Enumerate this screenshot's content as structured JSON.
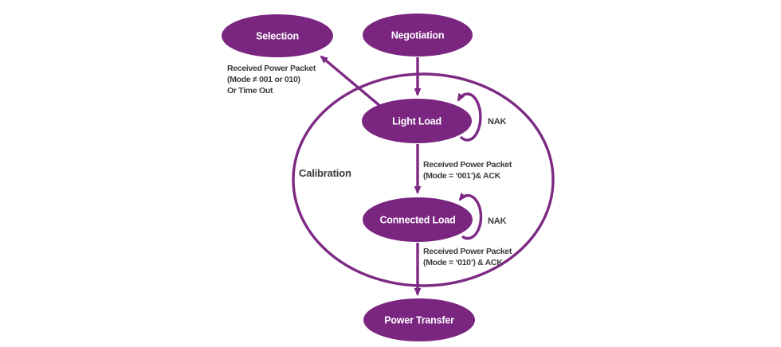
{
  "colors": {
    "node_fill": "#7a2681",
    "edge_stroke": "#7d2a84",
    "node_text": "#ffffff",
    "label_text": "#3b3b3b",
    "background": "#ffffff"
  },
  "diagram": {
    "states": {
      "selection": "Selection",
      "negotiation": "Negotiation",
      "light_load": "Light Load",
      "connected_load": "Connected Load",
      "power_transfer": "Power Transfer"
    },
    "calibration_label": "Calibration",
    "annotations": {
      "to_selection": {
        "lines": [
          "Received Power Packet",
          "(Mode ≠ 001 or 010)",
          "Or Time Out"
        ]
      },
      "light_to_connected": {
        "lines": [
          "Received Power Packet",
          "(Mode = ‘001’)& ACK"
        ]
      },
      "connected_to_transfer": {
        "lines": [
          "Received Power Packet",
          "(Mode = ‘010’) & ACK"
        ]
      },
      "nak_light": "NAK",
      "nak_connected": "NAK"
    }
  }
}
